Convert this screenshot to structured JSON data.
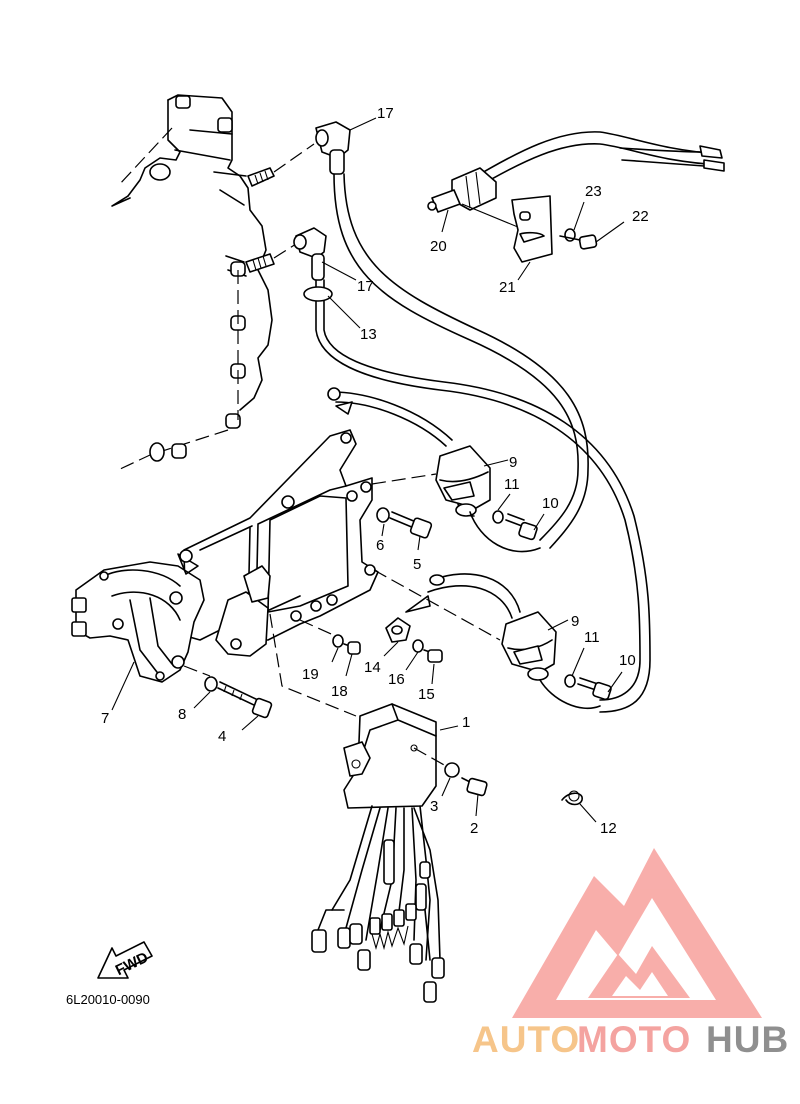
{
  "diagram": {
    "code": "6L20010-0090",
    "fwd_label": "FWD",
    "callouts": [
      "1",
      "2",
      "3",
      "4",
      "5",
      "6",
      "7",
      "8",
      "9",
      "9",
      "10",
      "10",
      "11",
      "11",
      "12",
      "13",
      "14",
      "15",
      "16",
      "17",
      "17",
      "18",
      "19",
      "20",
      "21",
      "22",
      "23"
    ]
  },
  "watermark": {
    "part1": "AUTO",
    "part2": "MOTO",
    "part3": "HUB",
    "colors": {
      "auto": "#f6c58a",
      "moto": "#f4a3a0",
      "hub": "#8f8f8f",
      "logo": "#f7a09c"
    }
  }
}
